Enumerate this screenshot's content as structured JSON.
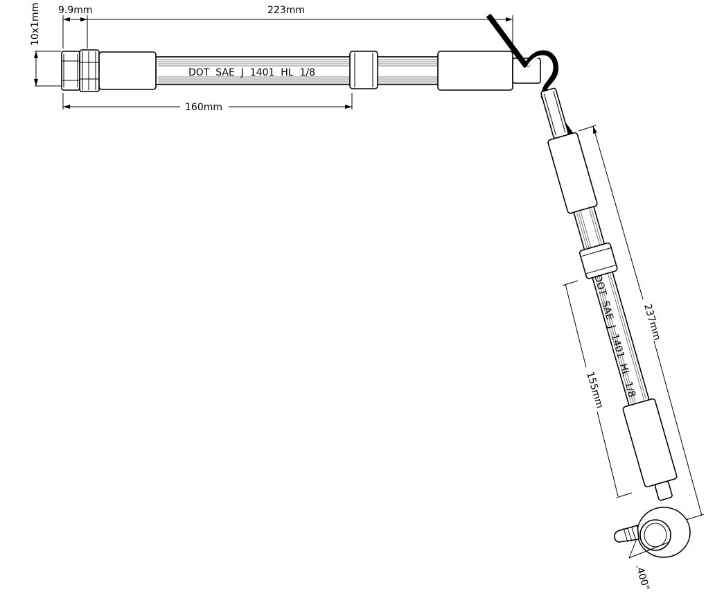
{
  "diagram": {
    "dimensions": {
      "thread": "10x1mm",
      "nut_length": "9.9mm",
      "overall_straight": "223mm",
      "straight_section": "160mm",
      "angled_overall": "237mm",
      "angled_section": "155mm",
      "eye_diameter": ".400\""
    },
    "hose_marking": {
      "horizontal": "DOT  SAE  J  1401  HL  1/8",
      "angled": "DOT  SAE  J  1401  HL  1/8"
    }
  }
}
